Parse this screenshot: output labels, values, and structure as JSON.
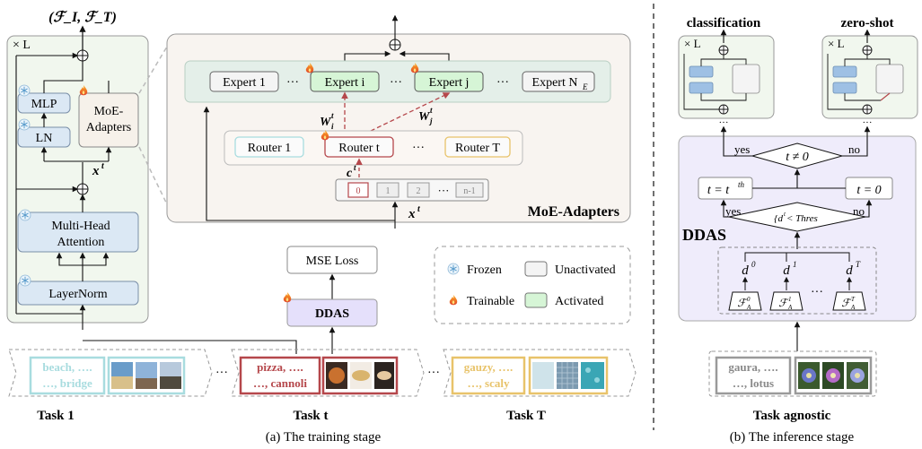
{
  "training": {
    "output_label": "(ℱ_I, ℱ_T)",
    "output_main": "(ℱ",
    "output_sub1": "I",
    "output_mid": ", ℱ",
    "output_sub2": "T",
    "output_end": ")",
    "repeat_label": "× L",
    "mlp": "MLP",
    "ln": "LN",
    "moe_adapters_box": "MoE-\nAdapters",
    "moe_line1": "MoE-",
    "moe_line2": "Adapters",
    "xt": "x",
    "xt_sup": "t",
    "attention_line1": "Multi-Head",
    "attention_line2": "Attention",
    "layernorm": "LayerNorm",
    "moe_panel_title": "MoE-Adapters",
    "experts": [
      "Expert 1",
      "Expert i",
      "Expert j",
      "Expert N"
    ],
    "expert_n_sub": "E",
    "ellipsis": "···",
    "w_i": "W",
    "w_i_sub": "i",
    "w_i_sup": "t",
    "w_j": "W",
    "w_j_sub": "j",
    "w_j_sup": "t",
    "routers": [
      "Router 1",
      "Router t",
      "Router T"
    ],
    "c_t": "c",
    "c_t_sup": "t",
    "task_ids": [
      "0",
      "1",
      "2",
      "n-1"
    ],
    "mse_loss": "MSE Loss",
    "ddas": "DDAS",
    "legend": {
      "frozen": "Frozen",
      "trainable": "Trainable",
      "unactivated": "Unactivated",
      "activated": "Activated"
    },
    "tasks": [
      {
        "name": "Task 1",
        "line1": "beach, ….",
        "line2": "…, bridge",
        "color": "#a8dcdf"
      },
      {
        "name": "Task t",
        "line1": "pizza, ….",
        "line2": "…, cannoli",
        "color": "#b5474b"
      },
      {
        "name": "Task T",
        "line1": "gauzy, ….",
        "line2": "…, scaly",
        "color": "#e8c36a"
      }
    ],
    "caption": "(a) The training stage"
  },
  "inference": {
    "classification": "classification",
    "zero_shot": "zero-shot",
    "repeat_label": "× L",
    "yes": "yes",
    "no": "no",
    "cond_top": "t ≠ 0",
    "t_eq_th": "t = t",
    "t_eq_th_sup": "th",
    "t_eq_zero": "t = 0",
    "cond_mid": "{d",
    "cond_mid_rest": "< Thres",
    "ddas": "DDAS",
    "d_labels": [
      "d",
      "d",
      "d"
    ],
    "d_sups": [
      "0",
      "1",
      "T"
    ],
    "fa_sups": [
      "0",
      "1",
      "T"
    ],
    "fa_letter": "ℱ",
    "fa_sub": "A",
    "task_agnostic": {
      "name": "Task agnostic",
      "line1": "gaura, ….",
      "line2": "…, lotus",
      "color": "#9a9a9a"
    },
    "caption": "(b) The inference stage"
  },
  "colors": {
    "light_green_panel": "#f1f7ee",
    "moe_panel": "#f8f4f0",
    "frozen_blue": "#dbe8f4",
    "activated_green": "#d6f5d6",
    "router_red": "#c0393e",
    "ddas_purple": "#e5e0fb",
    "ddas_panel": "#efecfb"
  },
  "icons": [
    "snowflake-icon",
    "flame-icon"
  ]
}
